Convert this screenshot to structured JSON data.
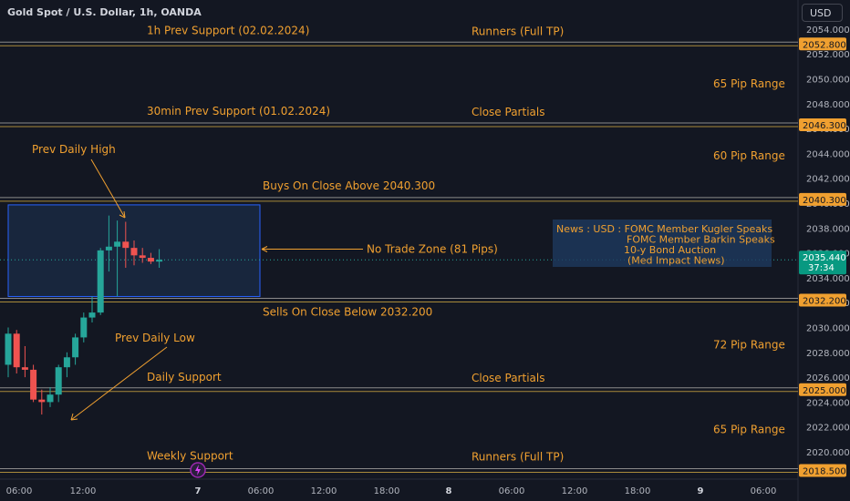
{
  "header": {
    "title": "Gold Spot / U.S. Dollar, 1h, OANDA",
    "currency_button": "USD"
  },
  "colors": {
    "background": "#131722",
    "annotation": "#f0a030",
    "bull": "#26a69a",
    "bear": "#ef5350",
    "level_line": "#a98a3a",
    "zone_fill": "#1e3a5f",
    "zone_border": "#2962ff",
    "axis_text": "#b2b5be"
  },
  "bottom_icon": "lightning-icon",
  "chart_data": {
    "type": "candlestick",
    "y_ticks": [
      "2054.000",
      "2052.000",
      "2050.000",
      "2048.000",
      "2046.000",
      "2044.000",
      "2042.000",
      "2040.000",
      "2038.000",
      "2036.000",
      "2034.000",
      "2032.000",
      "2030.000",
      "2028.000",
      "2026.000",
      "2024.000",
      "2022.000",
      "2020.000"
    ],
    "x_ticks": [
      "06:00",
      "12:00",
      "7",
      "06:00",
      "12:00",
      "18:00",
      "8",
      "06:00",
      "12:00",
      "18:00",
      "9",
      "06:00"
    ],
    "ylim": [
      2018.0,
      2055.0
    ],
    "levels": [
      {
        "price": 2052.8,
        "label": "2052.800",
        "left_text": "1h Prev Support (02.02.2024)",
        "right_text": "Runners (Full TP)"
      },
      {
        "price": 2046.3,
        "label": "2046.300",
        "left_text": "30min Prev Support (01.02.2024)",
        "right_text": "Close Partials"
      },
      {
        "price": 2040.3,
        "label": "2040.300",
        "left_text": "Buys On Close Above 2040.300",
        "right_text": ""
      },
      {
        "price": 2032.2,
        "label": "2032.200",
        "left_text": "Sells On Close Below 2032.200",
        "right_text": ""
      },
      {
        "price": 2025.0,
        "label": "2025.000",
        "left_text": "Daily Support",
        "right_text": "Close Partials"
      },
      {
        "price": 2018.5,
        "label": "2018.500",
        "left_text": "Weekly Support",
        "right_text": "Runners (Full TP)"
      }
    ],
    "range_labels": [
      {
        "price": 2049.6,
        "text": "65 Pip Range"
      },
      {
        "price": 2043.8,
        "text": "60 Pip Range"
      },
      {
        "price": 2028.6,
        "text": "72 Pip Range"
      },
      {
        "price": 2021.8,
        "text": "65 Pip Range"
      }
    ],
    "current_price": {
      "value": 2035.44,
      "label": "2035.440",
      "countdown": "37:34"
    },
    "zone": {
      "top": 2040.3,
      "bottom": 2032.2,
      "label": "No Trade Zone (81 Pips)"
    },
    "annotations": {
      "prev_high": "Prev Daily High",
      "prev_low": "Prev Daily Low"
    },
    "news": {
      "lines": [
        "News : USD :  FOMC Member Kugler Speaks",
        "FOMC Member Barkin Speaks",
        "10-y Bond Auction",
        "(Med Impact News)"
      ]
    },
    "candles": [
      {
        "o": 2027.0,
        "h": 2030.0,
        "l": 2026.0,
        "c": 2029.5
      },
      {
        "o": 2029.5,
        "h": 2029.8,
        "l": 2026.3,
        "c": 2026.8
      },
      {
        "o": 2026.8,
        "h": 2028.5,
        "l": 2026.0,
        "c": 2026.6
      },
      {
        "o": 2026.6,
        "h": 2027.0,
        "l": 2024.0,
        "c": 2024.2
      },
      {
        "o": 2024.2,
        "h": 2025.0,
        "l": 2023.0,
        "c": 2024.0
      },
      {
        "o": 2024.0,
        "h": 2025.2,
        "l": 2023.6,
        "c": 2024.6
      },
      {
        "o": 2024.6,
        "h": 2027.0,
        "l": 2024.0,
        "c": 2026.8
      },
      {
        "o": 2026.8,
        "h": 2028.0,
        "l": 2026.0,
        "c": 2027.6
      },
      {
        "o": 2027.6,
        "h": 2029.5,
        "l": 2027.0,
        "c": 2029.2
      },
      {
        "o": 2029.2,
        "h": 2031.2,
        "l": 2028.8,
        "c": 2030.8
      },
      {
        "o": 2030.8,
        "h": 2032.5,
        "l": 2030.4,
        "c": 2031.2
      },
      {
        "o": 2031.2,
        "h": 2036.4,
        "l": 2031.0,
        "c": 2036.2
      },
      {
        "o": 2036.2,
        "h": 2039.0,
        "l": 2034.5,
        "c": 2036.5
      },
      {
        "o": 2036.5,
        "h": 2038.6,
        "l": 2032.5,
        "c": 2036.9
      },
      {
        "o": 2036.9,
        "h": 2038.5,
        "l": 2034.8,
        "c": 2036.4
      },
      {
        "o": 2036.4,
        "h": 2037.0,
        "l": 2035.0,
        "c": 2035.8
      },
      {
        "o": 2035.8,
        "h": 2036.4,
        "l": 2035.2,
        "c": 2035.6
      },
      {
        "o": 2035.6,
        "h": 2036.0,
        "l": 2035.1,
        "c": 2035.3
      },
      {
        "o": 2035.3,
        "h": 2036.3,
        "l": 2034.8,
        "c": 2035.44
      }
    ]
  }
}
